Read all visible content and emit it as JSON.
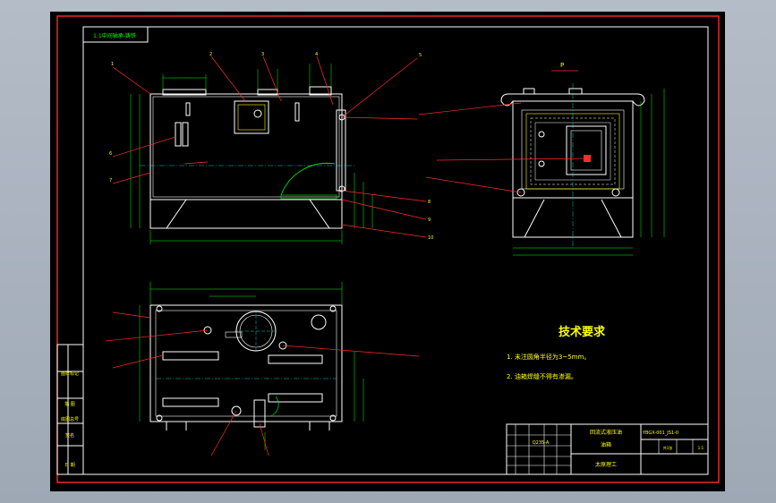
{
  "colors": {
    "background": "#000000",
    "frame": "#ff2a2a",
    "outline": "#ffffff",
    "dimension": "#00ff00",
    "leader": "#ff2a2a",
    "annotation": "#ffff00",
    "hatch": "#00ffff"
  },
  "drawing": {
    "top_left_tag": "1:1中间轴承-铸铁",
    "tech_title": "技术要求",
    "tech_notes": [
      "1. 未注圆角半径为3~5mm。",
      "2. 油箱焊缝不得有渗漏。"
    ],
    "left_strip": [
      "图样标记",
      "描 图",
      "底图总号",
      "签名",
      "日 期"
    ],
    "title_block": {
      "part_name": "回流式液压油",
      "part_sub": "油箱",
      "drawing_no": "YBGX-001_JS1-0",
      "material": "Q235-A",
      "company": "太原理工",
      "scale": "1:1",
      "sheet": "共1张"
    },
    "view_letter": "P",
    "balloons": [
      "1",
      "2",
      "3",
      "4",
      "5",
      "6",
      "7",
      "8",
      "9",
      "10"
    ]
  }
}
